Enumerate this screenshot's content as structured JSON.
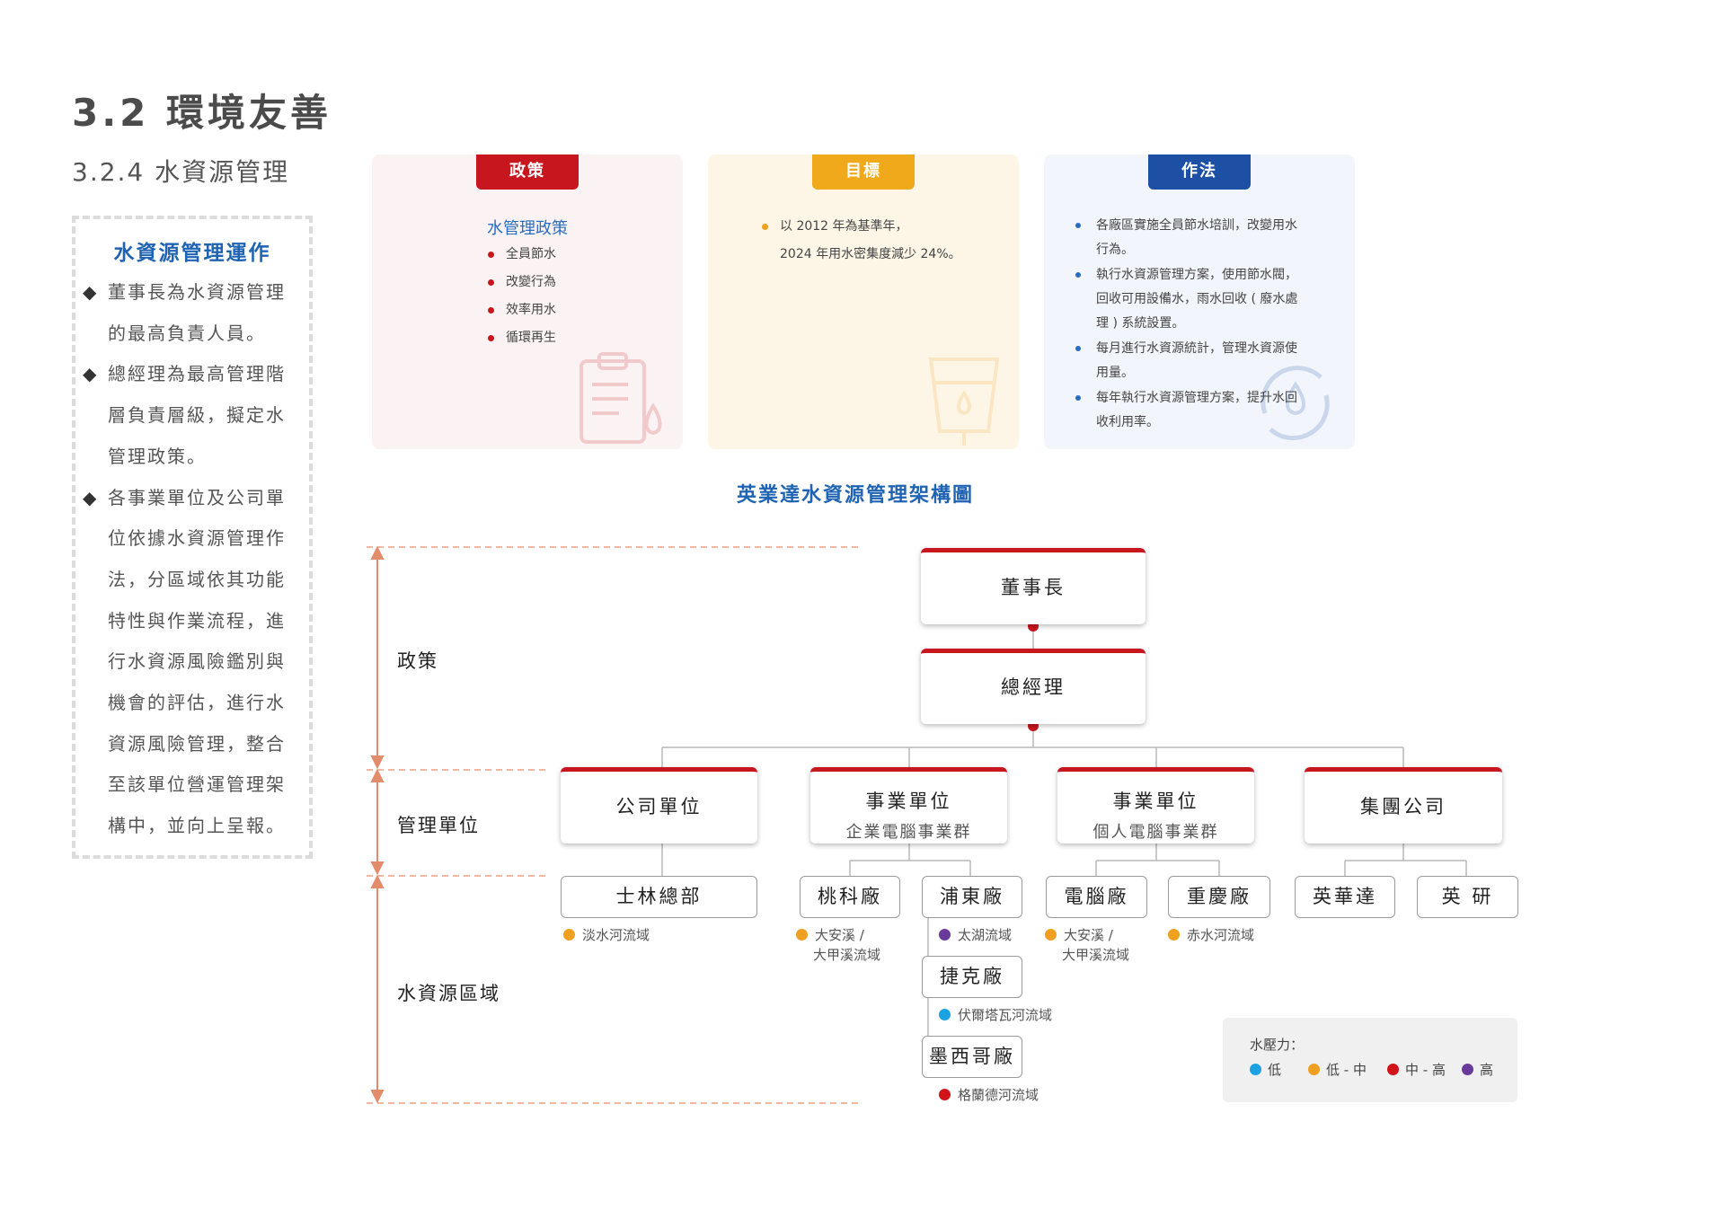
{
  "header": {
    "title": "3.2 環境友善",
    "subtitle": "3.2.4 水資源管理"
  },
  "operation": {
    "title": "水資源管理運作",
    "items": [
      {
        "lines": [
          "董事長為水資源管理",
          "的最高負責人員。"
        ]
      },
      {
        "lines": [
          "總經理為最高管理階",
          "層負責層級，擬定水",
          "管理政策。"
        ]
      },
      {
        "lines": [
          "各事業單位及公司單",
          "位依據水資源管理作",
          "法，分區域依其功能",
          "特性與作業流程，進",
          "行水資源風險鑑別與",
          "機會的評估，進行水",
          "資源風險管理，整合",
          "至該單位營運管理架",
          "構中，並向上呈報。"
        ]
      }
    ]
  },
  "cards": {
    "policy": {
      "tab": "政策",
      "heading": "水管理政策",
      "items": [
        "全員節水",
        "改變行為",
        "效率用水",
        "循環再生"
      ]
    },
    "goal": {
      "tab": "目標",
      "lines": [
        "以 2012 年為基準年，",
        "2024 年用水密集度減少 24%。"
      ]
    },
    "method": {
      "tab": "作法",
      "items": [
        [
          "各廠區實施全員節水培訓，改變用水",
          "行為。"
        ],
        [
          "執行水資源管理方案，使用節水閥，",
          "回收可用設備水，雨水回收 ( 廢水處",
          "理 ) 系統設置。"
        ],
        [
          "每月進行水資源統計，管理水資源使",
          "用量。"
        ],
        [
          "每年執行水資源管理方案，提升水回",
          "收利用率。"
        ]
      ]
    }
  },
  "chart": {
    "title": "英業達水資源管理架構圖",
    "levels": {
      "policy": "政策",
      "unit": "管理單位",
      "region": "水資源區域"
    },
    "chairman": "董事長",
    "president": "總經理",
    "units": [
      {
        "name": "公司單位",
        "sub": ""
      },
      {
        "name": "事業單位",
        "sub": "企業電腦事業群"
      },
      {
        "name": "事業單位",
        "sub": "個人電腦事業群"
      },
      {
        "name": "集團公司",
        "sub": ""
      }
    ],
    "sites": {
      "shilin": {
        "name": "士林總部",
        "region": [
          "淡水河流域"
        ],
        "stress": "low-mid"
      },
      "taoke": {
        "name": "桃科廠",
        "region": [
          "大安溪 /",
          "大甲溪流域"
        ],
        "stress": "low-mid"
      },
      "pudong": {
        "name": "浦東廠",
        "region": [
          "太湖流域"
        ],
        "stress": "high"
      },
      "czech": {
        "name": "捷克廠",
        "region": [
          "伏爾塔瓦河流域"
        ],
        "stress": "low"
      },
      "mexico": {
        "name": "墨西哥廠",
        "region": [
          "格蘭德河流域"
        ],
        "stress": "mid-high"
      },
      "pc": {
        "name": "電腦廠",
        "region": [
          "大安溪 /",
          "大甲溪流域"
        ],
        "stress": "low-mid"
      },
      "chongqing": {
        "name": "重慶廠",
        "region": [
          "赤水河流域"
        ],
        "stress": "low-mid"
      },
      "inventec": {
        "name": "英華達",
        "region": [],
        "stress": ""
      },
      "yingyan": {
        "name": "英 研",
        "region": [],
        "stress": ""
      }
    },
    "legend": {
      "title": "水壓力：",
      "items": [
        {
          "key": "low",
          "label": "低",
          "color": "#1aa3e0"
        },
        {
          "key": "low-mid",
          "label": "低 - 中",
          "color": "#f0a020"
        },
        {
          "key": "mid-high",
          "label": "中 - 高",
          "color": "#d0141a"
        },
        {
          "key": "high",
          "label": "高",
          "color": "#6a3a9a"
        }
      ]
    }
  },
  "colors": {
    "red": "#c8161e",
    "yellow": "#f0a91a",
    "blue": "#1d4fa5",
    "accent_text": "#1f63b3",
    "orange_line": "#e89a7a"
  }
}
